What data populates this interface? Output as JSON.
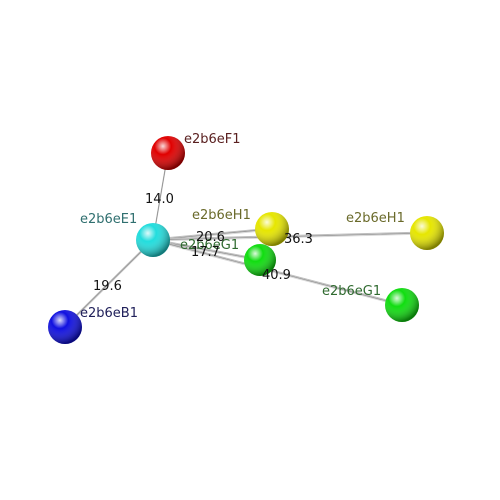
{
  "atoms": [
    {
      "id": "F1",
      "label": "e2b6eF1",
      "color": "#e00000",
      "label_color": "#5a2020"
    },
    {
      "id": "E1",
      "label": "e2b6eE1",
      "color": "#22dddd",
      "label_color": "#2f6f6f"
    },
    {
      "id": "B1",
      "label": "e2b6eB1",
      "color": "#1010e0",
      "label_color": "#20205a"
    },
    {
      "id": "H1a",
      "label": "e2b6eH1",
      "color": "#e6e600",
      "label_color": "#6a6a2a"
    },
    {
      "id": "G1a",
      "label": "e2b6eG1",
      "color": "#10dd10",
      "label_color": "#2f6a2f"
    },
    {
      "id": "H1b",
      "label": "e2b6eH1",
      "color": "#e6e600",
      "label_color": "#6a6a2a"
    },
    {
      "id": "G1b",
      "label": "e2b6eG1",
      "color": "#10dd10",
      "label_color": "#2f6a2f"
    }
  ],
  "bonds": [
    {
      "from": "E1",
      "to": "F1",
      "distance": "14.0"
    },
    {
      "from": "E1",
      "to": "B1",
      "distance": "19.6"
    },
    {
      "from": "E1",
      "to": "H1a",
      "distance": "20.6"
    },
    {
      "from": "E1",
      "to": "G1a",
      "distance": "17.7"
    },
    {
      "from": "E1",
      "to": "H1b",
      "distance": "36.3"
    },
    {
      "from": "E1",
      "to": "G1b",
      "distance": "40.9"
    }
  ]
}
